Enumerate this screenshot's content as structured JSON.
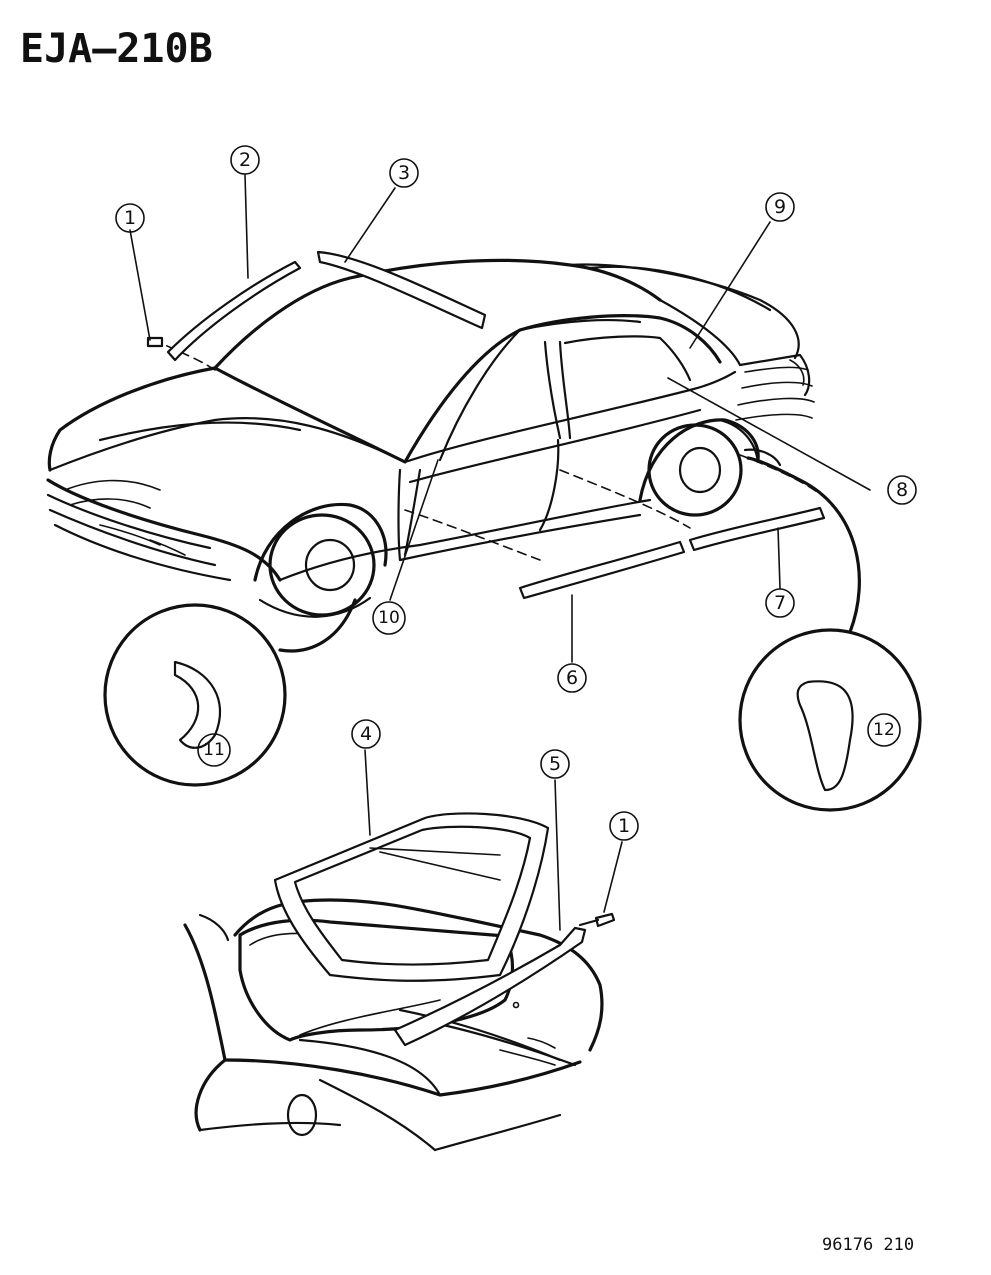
{
  "header": {
    "title": "EJA–210B"
  },
  "footer": {
    "code": "96176  210"
  },
  "callouts": [
    "1",
    "2",
    "3",
    "4",
    "5",
    "6",
    "7",
    "8",
    "9",
    "10",
    "11",
    "12",
    "1"
  ]
}
